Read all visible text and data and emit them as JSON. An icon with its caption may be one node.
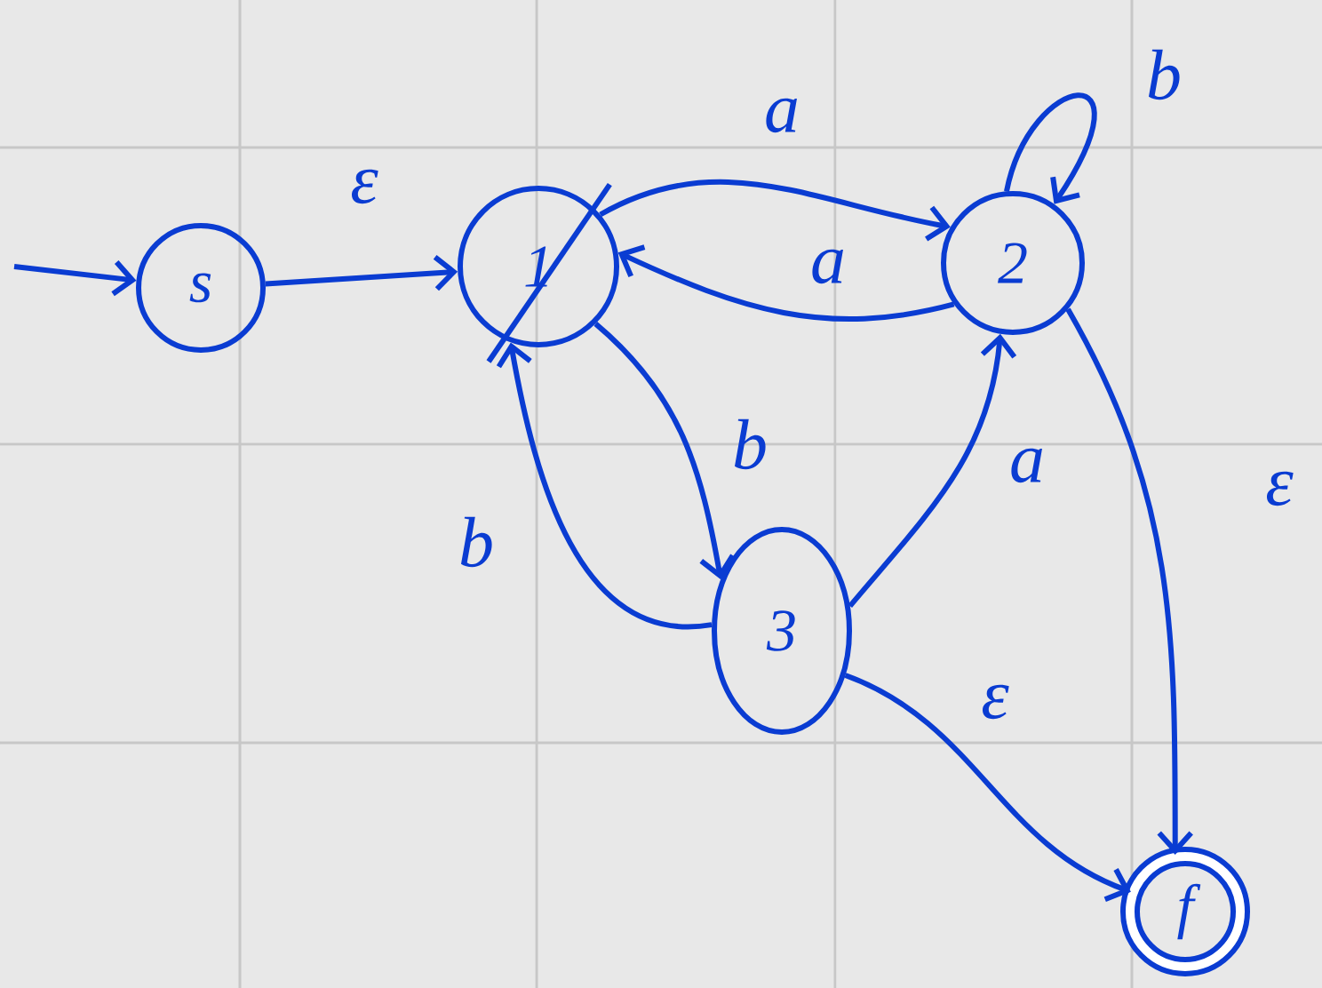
{
  "diagram": {
    "nodes": [
      {
        "text": [
          "s"
        ]
      },
      {
        "text": [
          "1"
        ]
      },
      {
        "text": [
          "2"
        ]
      },
      {
        "text": [
          "3"
        ]
      },
      {
        "text": [
          "f"
        ]
      }
    ],
    "edges": [
      {
        "from": null,
        "to": 0,
        "arrow": "to"
      },
      {
        "from": 0,
        "to": 1,
        "arrow": "to",
        "label": "ε"
      },
      {
        "from": 1,
        "to": 2,
        "arrow": "to",
        "label": "a"
      },
      {
        "from": 2,
        "to": 1,
        "arrow": "to",
        "label": "a"
      },
      {
        "from": 2,
        "to": 2,
        "arrow": "to",
        "label": "b"
      },
      {
        "from": 1,
        "to": 3,
        "arrow": "to",
        "label": "b"
      },
      {
        "from": 3,
        "to": 1,
        "arrow": "to",
        "label": "b"
      },
      {
        "from": 3,
        "to": 2,
        "arrow": "to",
        "label": "a"
      },
      {
        "from": 2,
        "to": 4,
        "arrow": "to",
        "label": "ε"
      },
      {
        "from": 3,
        "to": 4,
        "arrow": "to",
        "label": "ε"
      }
    ]
  }
}
